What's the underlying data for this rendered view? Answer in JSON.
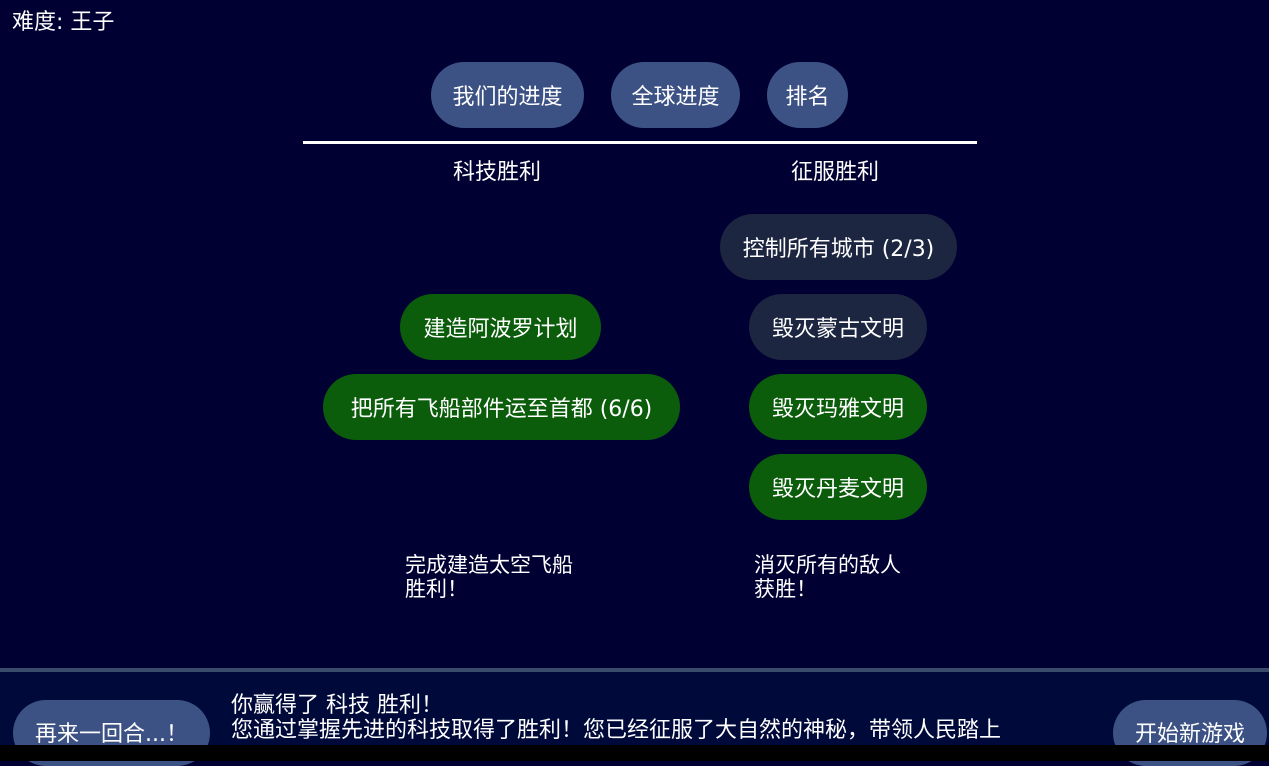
{
  "difficulty": "难度: 王子",
  "tabs": [
    {
      "label": "我们的进度"
    },
    {
      "label": "全球进度"
    },
    {
      "label": "排名"
    }
  ],
  "columns": {
    "tech": {
      "title": "科技胜利",
      "items": [
        "建造阿波罗计划",
        "把所有飞船部件运至首都 (6/6)"
      ],
      "desc1": "完成建造太空飞船",
      "desc2": "胜利！"
    },
    "conquest": {
      "title": "征服胜利",
      "items": [
        "控制所有城市 (2/3)",
        "毁灭蒙古文明",
        "毁灭玛雅文明",
        "毁灭丹麦文明"
      ],
      "desc1": "消灭所有的敌人",
      "desc2": "获胜！"
    }
  },
  "footer": {
    "one_more_turn": "再来一回合...！",
    "headline": "你赢得了 科技 胜利！",
    "message": "您通过掌握先进的科技取得了胜利！您已经征服了大自然的神秘，带领人民踏上",
    "new_game": "开始新游戏"
  }
}
